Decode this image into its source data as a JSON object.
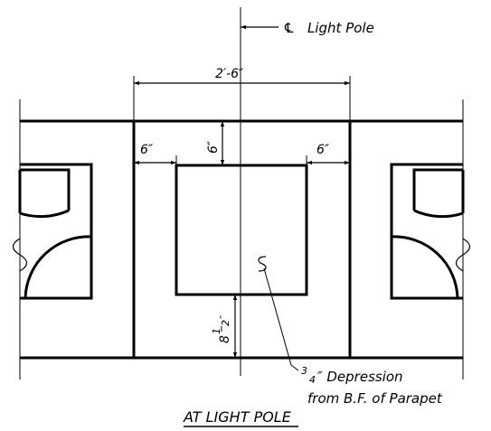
{
  "drawing": {
    "centerline_symbol": "℄",
    "centerline_text": "Light Pole",
    "dim_overall": "2′-6″",
    "dim_left": "6″",
    "dim_top": "6″",
    "dim_right": "6″",
    "dim_bottom_whole": "8",
    "dim_bottom_num": "1",
    "dim_bottom_den": "2",
    "dim_bottom_unit": "″",
    "depression_num": "3",
    "depression_den": "4",
    "depression_line1": "″ Depression",
    "depression_line2": "from B.F. of Parapet",
    "title": "AT LIGHT POLE"
  }
}
